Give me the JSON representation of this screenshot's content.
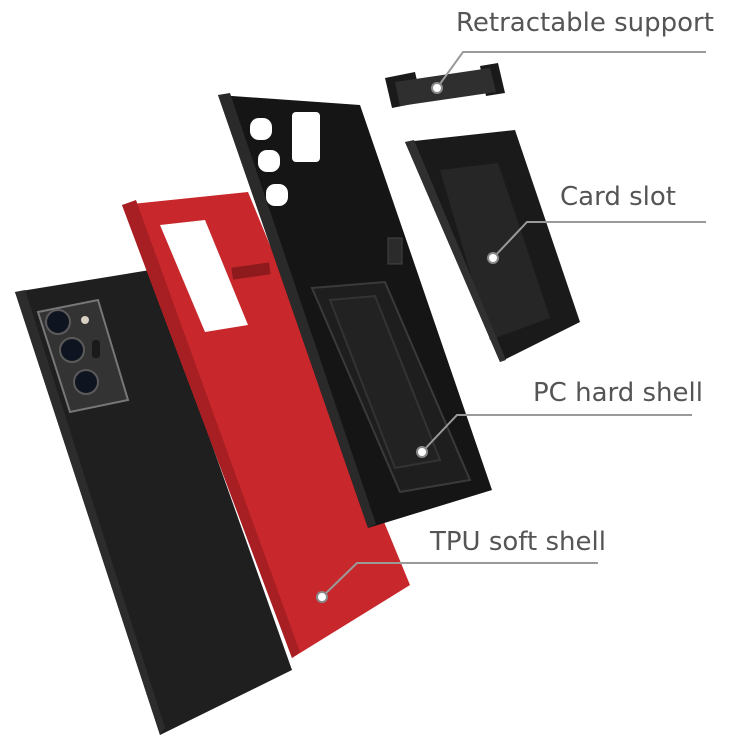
{
  "callouts": [
    {
      "label": "Retractable support"
    },
    {
      "label": "Card slot"
    },
    {
      "label": "PC hard shell"
    },
    {
      "label": "TPU soft shell"
    }
  ],
  "colors": {
    "background": "#ffffff",
    "phone_black": "#1f1f1f",
    "tpu_red": "#c8282c",
    "pc_black": "#151515",
    "callout_line": "#9a9a9a",
    "label_text": "#555555"
  },
  "icons": {
    "callout_marker": "circle-marker",
    "camera": "camera-lens"
  }
}
